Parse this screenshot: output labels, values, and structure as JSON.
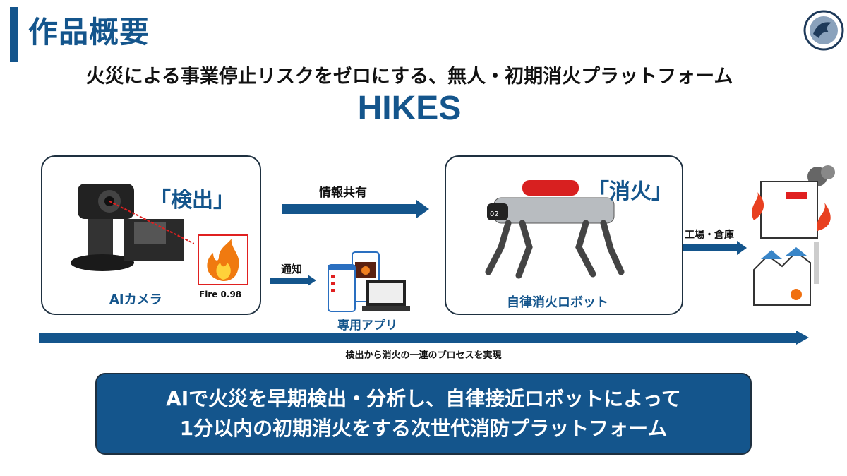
{
  "header": {
    "title": "作品概要",
    "subtitle": "火災による事業停止リスクをゼロにする、無人・初期消火プラットフォーム",
    "product": "HIKES"
  },
  "detect": {
    "heading": "「検出」",
    "camera_label": "AIカメラ",
    "detection_label": "Fire 0.98"
  },
  "flow": {
    "share_label": "情報共有",
    "notify_label": "通知",
    "app_label": "専用アプリ",
    "site_label": "工場・倉庫",
    "process_caption": "検出から消火の一連のプロセスを実現"
  },
  "extinguish": {
    "heading": "「消火」",
    "robot_label": "自律消火ロボット",
    "robot_number": "02"
  },
  "summary": {
    "line1": "AIで火災を早期検出・分析し、自律接近ロボットによって",
    "line2": "1分以内の初期消火をする次世代消防プラットフォーム"
  },
  "colors": {
    "brand": "#14558c",
    "alert": "#e02020"
  }
}
